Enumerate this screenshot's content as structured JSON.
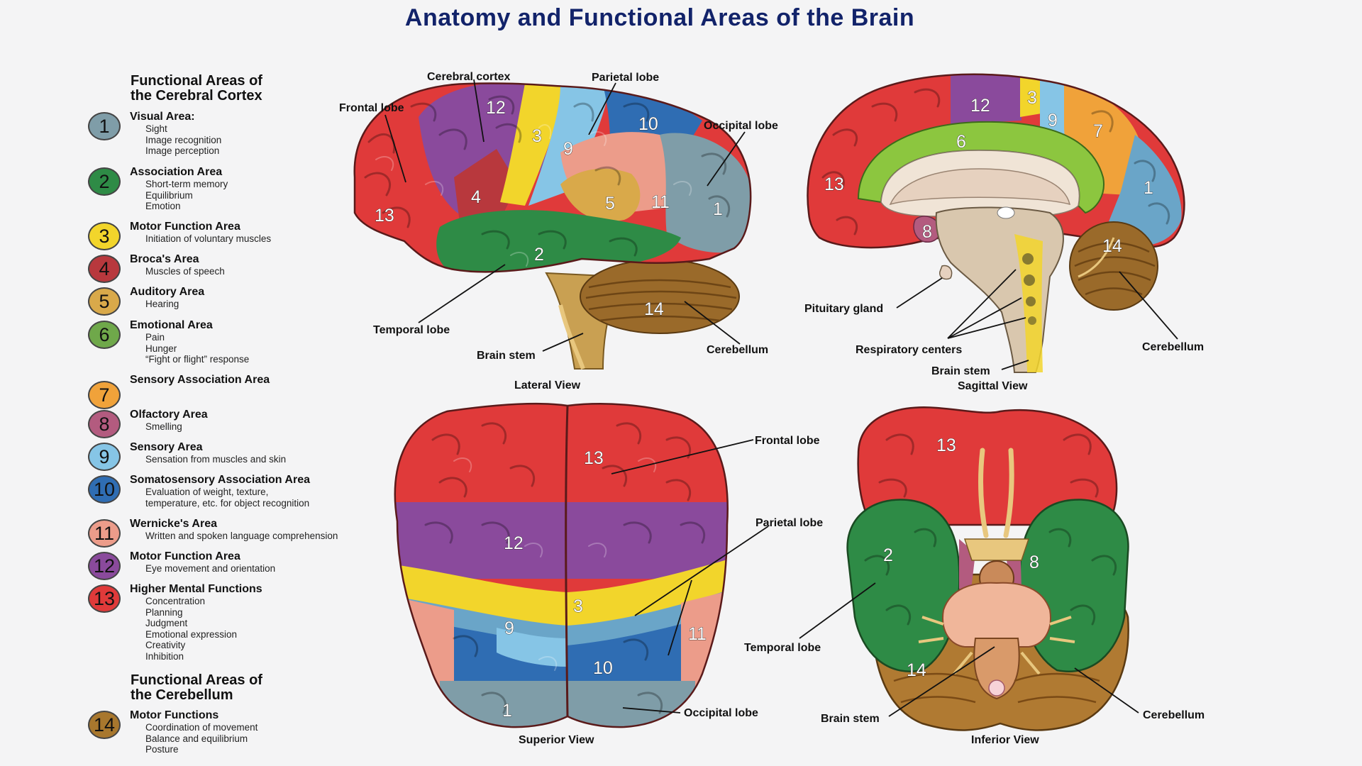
{
  "title": "Anatomy and Functional Areas of the Brain",
  "legend": {
    "cortex_heading": "Functional Areas of\nthe Cerebral Cortex",
    "cerebellum_heading": "Functional Areas of\nthe Cerebellum",
    "items": [
      {
        "num": "1",
        "color": "#7f9da8",
        "name": "Visual Area:",
        "desc": [
          "Sight",
          "Image recognition",
          "Image perception"
        ]
      },
      {
        "num": "2",
        "color": "#2e8b46",
        "name": "Association Area",
        "desc": [
          "Short-term memory",
          "Equilibrium",
          "Emotion"
        ]
      },
      {
        "num": "3",
        "color": "#f2d52b",
        "name": "Motor Function Area",
        "desc": [
          "Initiation of voluntary muscles"
        ]
      },
      {
        "num": "4",
        "color": "#b8383d",
        "name": "Broca's Area",
        "desc": [
          "Muscles of speech"
        ]
      },
      {
        "num": "5",
        "color": "#d9a94a",
        "name": "Auditory Area",
        "desc": [
          "Hearing"
        ]
      },
      {
        "num": "6",
        "color": "#6fa84a",
        "name": "Emotional Area",
        "desc": [
          "Pain",
          "Hunger",
          "“Fight or flight” response"
        ]
      },
      {
        "num": "7",
        "color": "#f0a23a",
        "name": "Sensory Association Area",
        "desc": []
      },
      {
        "num": "8",
        "color": "#b35b7f",
        "name": "Olfactory Area",
        "desc": [
          "Smelling"
        ]
      },
      {
        "num": "9",
        "color": "#86c5e6",
        "name": "Sensory Area",
        "desc": [
          "Sensation from muscles and skin"
        ]
      },
      {
        "num": "10",
        "color": "#2f6db3",
        "name": "Somatosensory Association Area",
        "desc": [
          "Evaluation of weight, texture,",
          "temperature, etc. for object recognition"
        ]
      },
      {
        "num": "11",
        "color": "#ec9c8a",
        "name": "Wernicke's Area",
        "desc": [
          "Written and spoken language comprehension"
        ]
      },
      {
        "num": "12",
        "color": "#8a4a9c",
        "name": "Motor Function Area",
        "desc": [
          "Eye movement and orientation"
        ]
      },
      {
        "num": "13",
        "color": "#e03a3a",
        "name": "Higher Mental Functions",
        "desc": [
          "Concentration",
          "Planning",
          "Judgment",
          "Emotional expression",
          "Creativity",
          "Inhibition"
        ]
      },
      {
        "num": "14",
        "color": "#a8772d",
        "name": "Motor Functions",
        "desc": [
          "Coordination of movement",
          "Balance and equilibrium",
          "Posture"
        ]
      }
    ]
  },
  "views": {
    "lateral": "Lateral View",
    "sagittal": "Sagittal View",
    "superior": "Superior View",
    "inferior": "Inferior View"
  },
  "labels": {
    "cerebral_cortex": "Cerebral cortex",
    "parietal_lobe": "Parietal lobe",
    "frontal_lobe": "Frontal lobe",
    "occipital_lobe": "Occipital lobe",
    "temporal_lobe": "Temporal lobe",
    "brain_stem": "Brain stem",
    "cerebellum": "Cerebellum",
    "pituitary_gland": "Pituitary gland",
    "respiratory_centers": "Respiratory centers"
  },
  "colors": {
    "title": "#12236a",
    "background": "#f4f4f5"
  }
}
